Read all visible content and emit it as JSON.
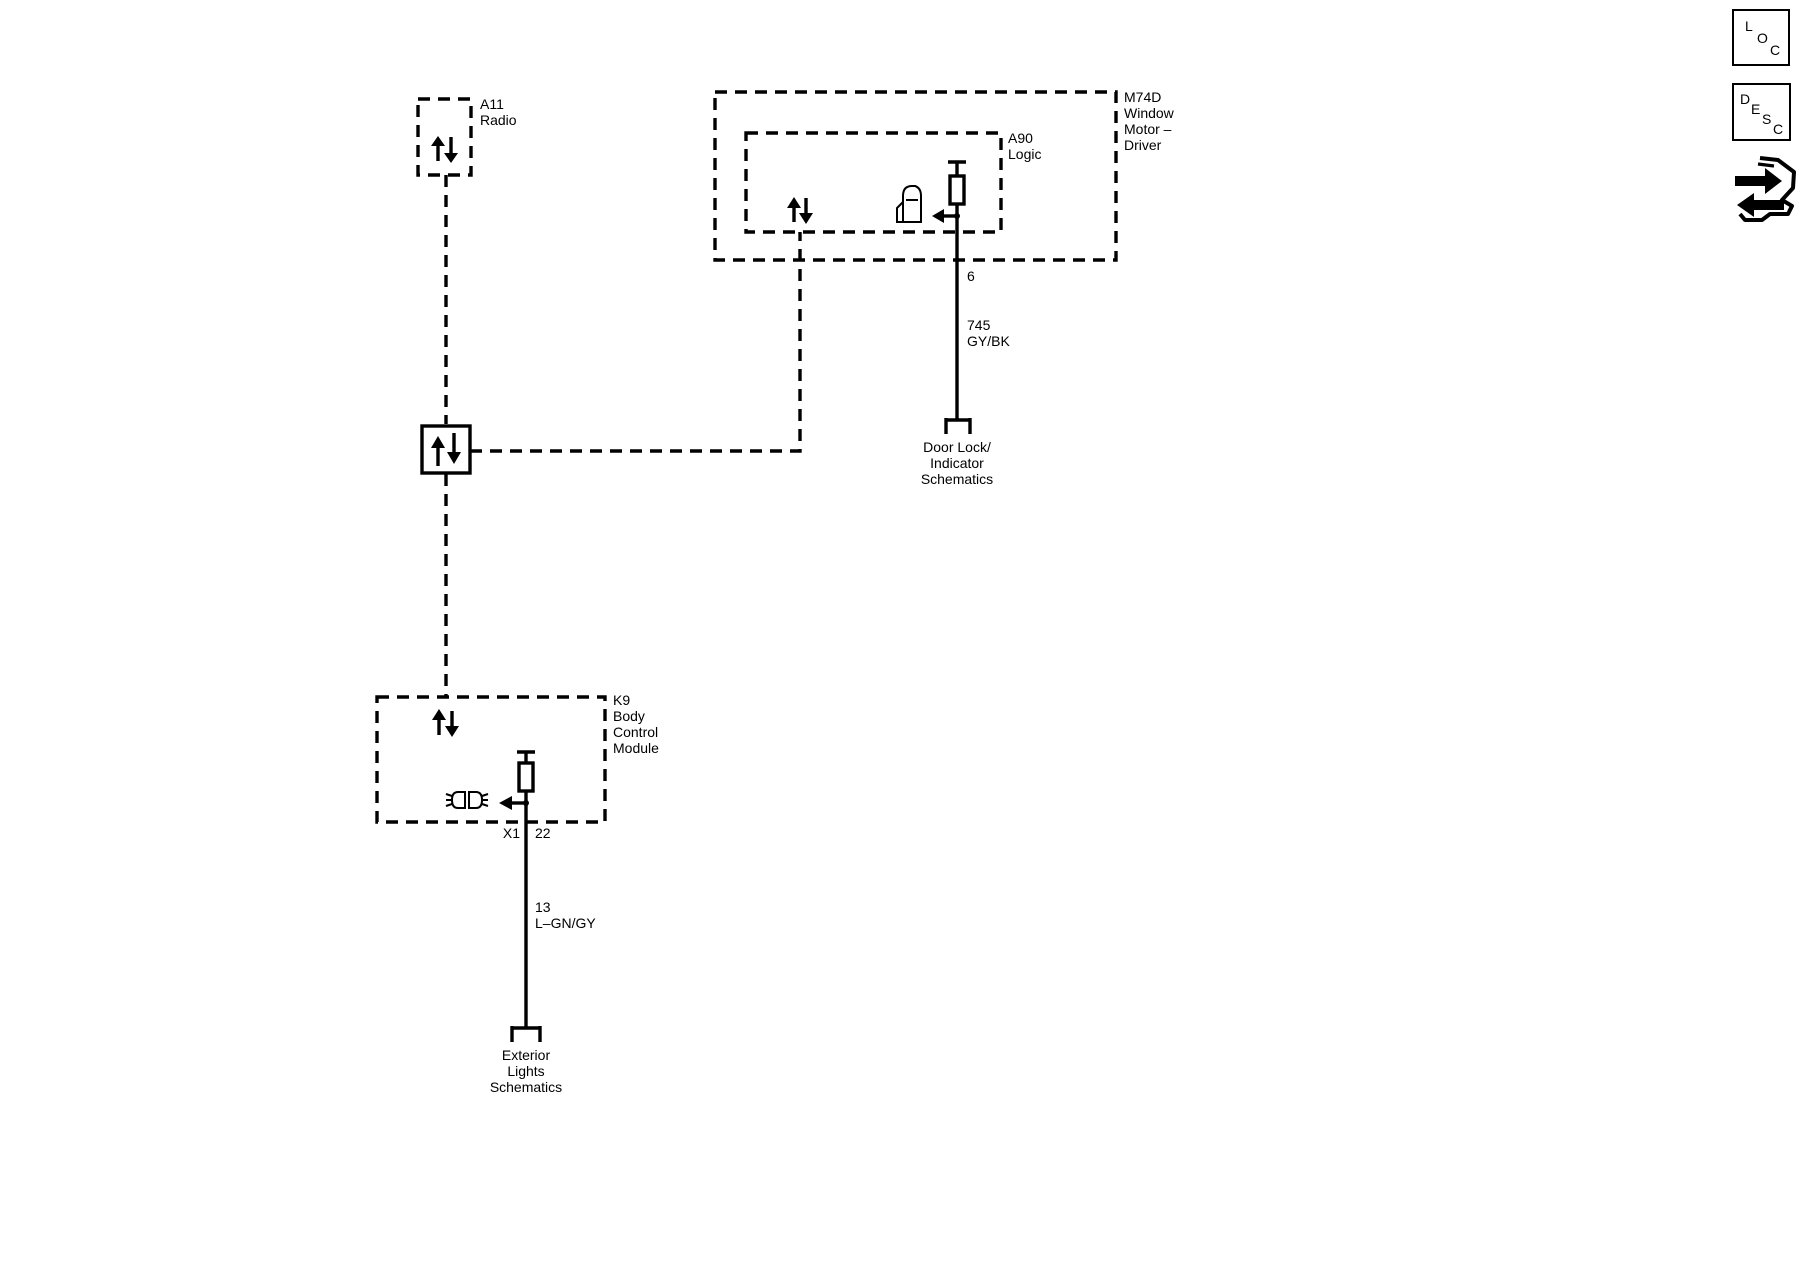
{
  "side_icons": {
    "loc": [
      "L",
      "O",
      "C"
    ],
    "desc": [
      "D",
      "E",
      "S",
      "C"
    ],
    "service_icon": "wrench-arrows-icon"
  },
  "modules": {
    "radio": [
      "A11",
      "Radio"
    ],
    "window_motor": [
      "M74D",
      "Window",
      "Motor –",
      "Driver"
    ],
    "logic": [
      "A90",
      "Logic"
    ],
    "bcm": [
      "K9",
      "Body",
      "Control",
      "Module"
    ]
  },
  "wires": {
    "door_lock": {
      "pin": "6",
      "circuit": "745",
      "color": "GY/BK"
    },
    "exterior": {
      "connector": "X1",
      "pin": "22",
      "circuit": "13",
      "color": "L–GN/GY"
    }
  },
  "references": {
    "door_lock": [
      "Door Lock/",
      "Indicator",
      "Schematics"
    ],
    "exterior": [
      "Exterior",
      "Lights",
      "Schematics"
    ]
  },
  "icons": {
    "data_arrows": "bidirectional-arrows-icon",
    "driver": "low-side-driver-icon",
    "door": "door-ajar-icon",
    "lamp": "exterior-lamp-icon",
    "splice": "data-splice-icon"
  }
}
